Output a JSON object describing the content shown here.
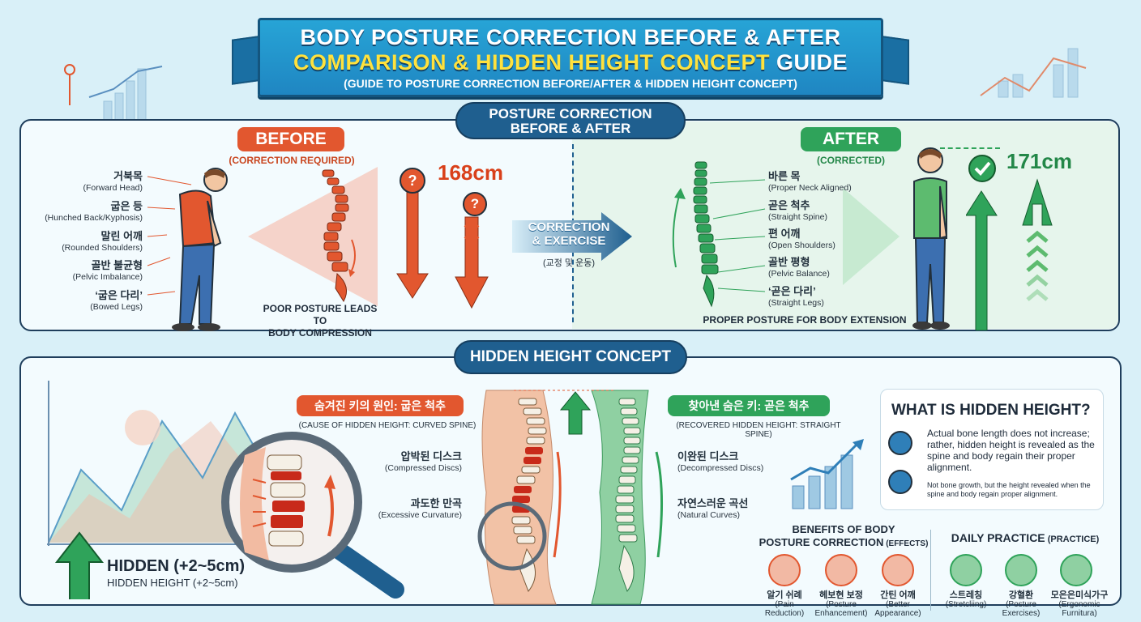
{
  "title": {
    "line1": "BODY POSTURE CORRECTION BEFORE & AFTER",
    "line2_a": "COMPARISON & HIDDEN HEIGHT CONCEPT",
    "line2_b": " GUIDE",
    "line3": "(GUIDE TO POSTURE CORRECTION BEFORE/AFTER & HIDDEN HEIGHT CONCEPT)"
  },
  "top_panel": {
    "heading": "POSTURE CORRECTION\nBEFORE & AFTER",
    "before": {
      "tag": "BEFORE",
      "sub": "(CORRECTION REQUIRED)",
      "labels": [
        {
          "ko": "거북목",
          "en": "(Forward Head)"
        },
        {
          "ko": "굽은 등",
          "en": "(Hunched Back/Kyphosis)"
        },
        {
          "ko": "말린 어깨",
          "en": "(Rounded Shoulders)"
        },
        {
          "ko": "골반 불균형",
          "en": "(Pelvic Imbalance)"
        },
        {
          "ko": "‘굽은 다리’",
          "en": "(Bowed Legs)"
        }
      ],
      "caption": "POOR POSTURE LEADS TO\nBODY COMPRESSION",
      "height": "168cm",
      "q1": "?",
      "q2": "?"
    },
    "middle": {
      "label": "CORRECTION\n& EXERCISE",
      "sub": "(교정 및 운동)"
    },
    "after": {
      "tag": "AFTER",
      "sub": "(CORRECTED)",
      "labels": [
        {
          "ko": "바른 목",
          "en": "(Proper Neck Aligned)"
        },
        {
          "ko": "곧은 척추",
          "en": "(Straight Spine)"
        },
        {
          "ko": "편 어깨",
          "en": "(Open Shoulders)"
        },
        {
          "ko": "골반 평형",
          "en": "(Pelvic Balance)"
        },
        {
          "ko": "‘곧은 다리’",
          "en": "(Straight Legs)"
        }
      ],
      "caption": "PROPER POSTURE FOR BODY EXTENSION",
      "height": "171cm"
    }
  },
  "bottom_panel": {
    "heading": "HIDDEN HEIGHT CONCEPT",
    "cause": {
      "ko": "숨겨진 키의 원인: 굽은 척추",
      "en": "(CAUSE OF HIDDEN HEIGHT: CURVED SPINE)"
    },
    "recovered": {
      "ko": "찾아낸 숨은 키: 곧은 척추",
      "en": "(RECOVERED HIDDEN HEIGHT: STRAIGHT SPINE)"
    },
    "left_labels": [
      {
        "ko": "압박된 디스크",
        "en": "(Compressed Discs)"
      },
      {
        "ko": "과도한 만곡",
        "en": "(Excessive Curvature)"
      }
    ],
    "right_labels": [
      {
        "ko": "이완된 디스크",
        "en": "(Decompressed Discs)"
      },
      {
        "ko": "자연스러운 곡선",
        "en": "(Natural Curves)"
      }
    ],
    "hidden_big": "HIDDEN (+2~5cm)",
    "hidden_small": "HIDDEN HEIGHT (+2~5cm)",
    "info": {
      "title": "WHAT IS HIDDEN HEIGHT?",
      "body": "Actual bone length does not increase; rather, hidden height is revealed as the spine and body regain their proper alignment.",
      "note": "Not bone growth, but the height revealed when the spine and body regain proper alignment."
    },
    "benefits": {
      "title": "BENEFITS OF BODY\nPOSTURE CORRECTION",
      "title_tag": " (EFFECTS)",
      "items": [
        {
          "ko": "알기 쉬례",
          "en": "(Pain Reduction)"
        },
        {
          "ko": "헤보현 보정",
          "en": "(Posture\nEnhancement)"
        },
        {
          "ko": "간틴 어깨",
          "en": "(Better\nAppearance)"
        }
      ]
    },
    "practice": {
      "title": "DAILY PRACTICE",
      "title_tag": " (PRACTICE)",
      "items": [
        {
          "ko": "스트레칭",
          "en": "(Stretcliing)"
        },
        {
          "ko": "강혈환",
          "en": "(Posture\nExercises)"
        },
        {
          "ko": "모은은미식가구",
          "en": "(Ergonomic\nFurnitura)"
        }
      ]
    }
  },
  "colors": {
    "before": "#e2572f",
    "after": "#2fa35a",
    "navy": "#1f5f8f",
    "banner": "#27a4d6"
  }
}
